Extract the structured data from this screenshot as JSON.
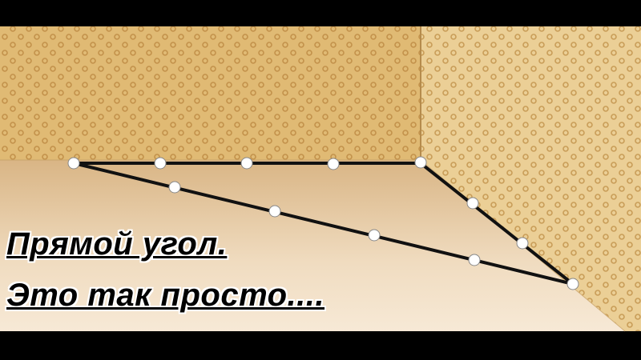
{
  "caption": {
    "line1": "Прямой угол.",
    "line2": "Это так просто...."
  },
  "colors": {
    "wall": "#e2bd78",
    "wall_dot": "#c99a52",
    "floor": "#f2e0c8",
    "rope": "#111111",
    "knot": "#ffffff",
    "letterbox": "#000000"
  },
  "icons": [
    "rope-triangle",
    "knot-marker"
  ]
}
